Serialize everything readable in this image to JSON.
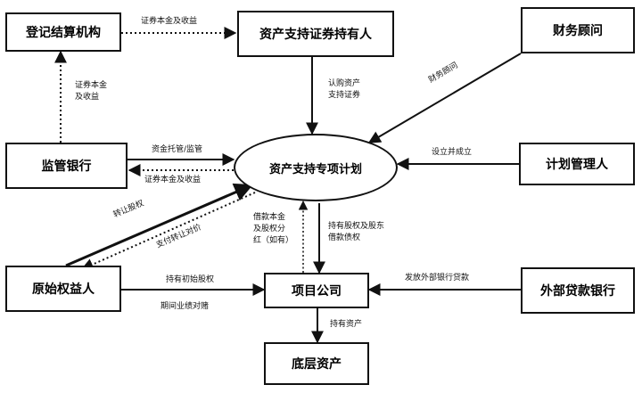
{
  "nodes": {
    "registrar": "登记结算机构",
    "holders": "资产支持证券持有人",
    "advisor": "财务顾问",
    "supervisor_bank": "监管银行",
    "spv": "资产支持专项计划",
    "manager": "计划管理人",
    "original_owner": "原始权益人",
    "project_company": "项目公司",
    "external_bank": "外部贷款银行",
    "underlying": "底层资产"
  },
  "edges": {
    "registrar_to_holders": "证券本金及收益",
    "holders_to_spv": [
      "认购资产",
      "支持证券"
    ],
    "advisor_to_spv": "财务顾问",
    "bank_to_registrar": [
      "证券本金",
      "及收益"
    ],
    "bank_to_spv": "资金托管/监管",
    "spv_to_bank": "证券本金及收益",
    "manager_to_spv": "设立并成立",
    "owner_to_spv": "转让股权",
    "spv_to_owner": "支付转让对价",
    "company_to_spv": [
      "借款本金",
      "及股权分",
      "红（如有）"
    ],
    "spv_to_company": [
      "持有股权及股东",
      "借款债权"
    ],
    "owner_to_company_top": "持有初始股权",
    "owner_to_company_bottom": "期间业绩对赌",
    "external_to_company": "发放外部银行贷款",
    "company_to_underlying": "持有资产"
  }
}
